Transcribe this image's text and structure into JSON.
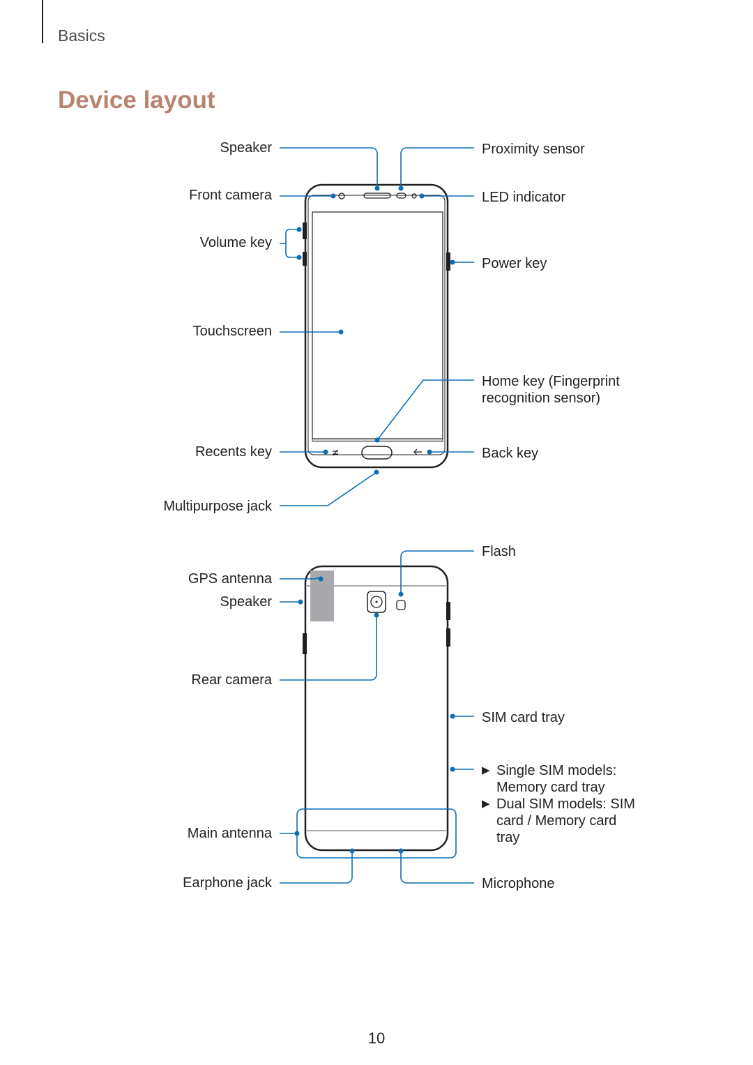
{
  "header": {
    "section": "Basics",
    "title": "Device layout"
  },
  "front_labels": {
    "speaker": "Speaker",
    "front_camera": "Front camera",
    "volume_key": "Volume key",
    "touchscreen": "Touchscreen",
    "recents_key": "Recents key",
    "multipurpose_jack": "Multipurpose jack",
    "proximity_sensor": "Proximity sensor",
    "led_indicator": "LED indicator",
    "power_key": "Power key",
    "home_key_line1": "Home key (Fingerprint",
    "home_key_line2": "recognition sensor)",
    "back_key": "Back key"
  },
  "back_labels": {
    "gps_antenna": "GPS antenna",
    "speaker": "Speaker",
    "rear_camera": "Rear camera",
    "main_antenna": "Main antenna",
    "earphone_jack": "Earphone jack",
    "flash": "Flash",
    "sim_card_tray": "SIM card tray",
    "microphone": "Microphone"
  },
  "tray_note": {
    "bullet_1_line1": "Single SIM models:",
    "bullet_1_line2": "Memory card tray",
    "bullet_2_line1": "Dual SIM models: SIM",
    "bullet_2_line2": "card / Memory card",
    "bullet_2_line3": "tray"
  },
  "footer": {
    "page_number": "10"
  },
  "colors": {
    "title": "#b9846f",
    "callout": "#0a6eb4",
    "text": "#231f20",
    "gps_area": "#a7a9ac"
  }
}
